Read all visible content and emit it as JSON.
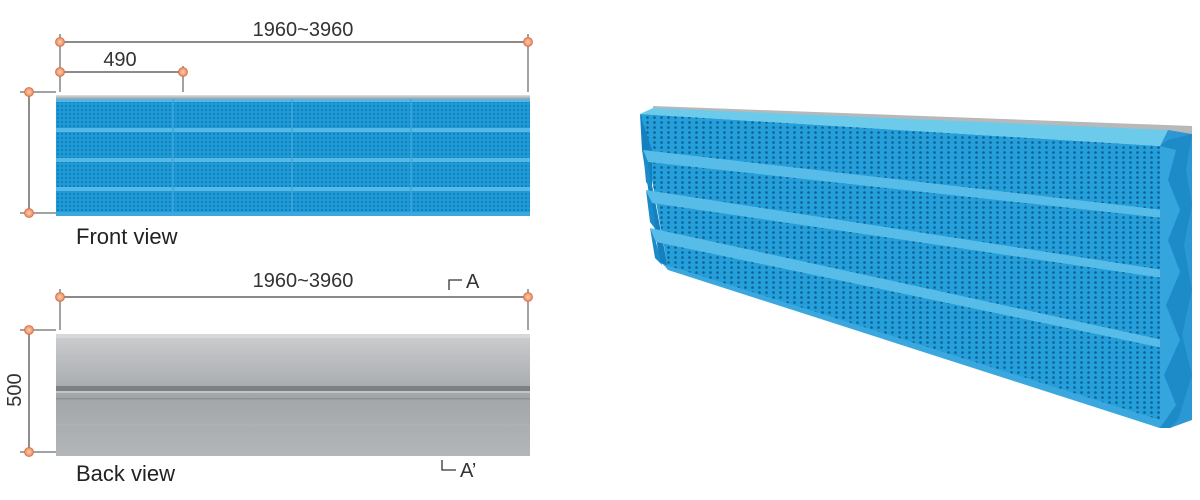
{
  "front": {
    "width_label": "1960~3960",
    "module_label": "490",
    "view_label": "Front view"
  },
  "back": {
    "width_label": "1960~3960",
    "height_label": "500",
    "view_label": "Back view",
    "section_top": "A",
    "section_bottom": "A’"
  },
  "colors": {
    "panel_blue": "#1e9bd7",
    "panel_blue_dark": "#0f7fbf",
    "panel_blue_light": "#6cc6ea",
    "steel": "#a9acaf",
    "steel_light": "#c7c9cb",
    "dim_line": "#444444",
    "dim_marker": "#f0a070"
  }
}
